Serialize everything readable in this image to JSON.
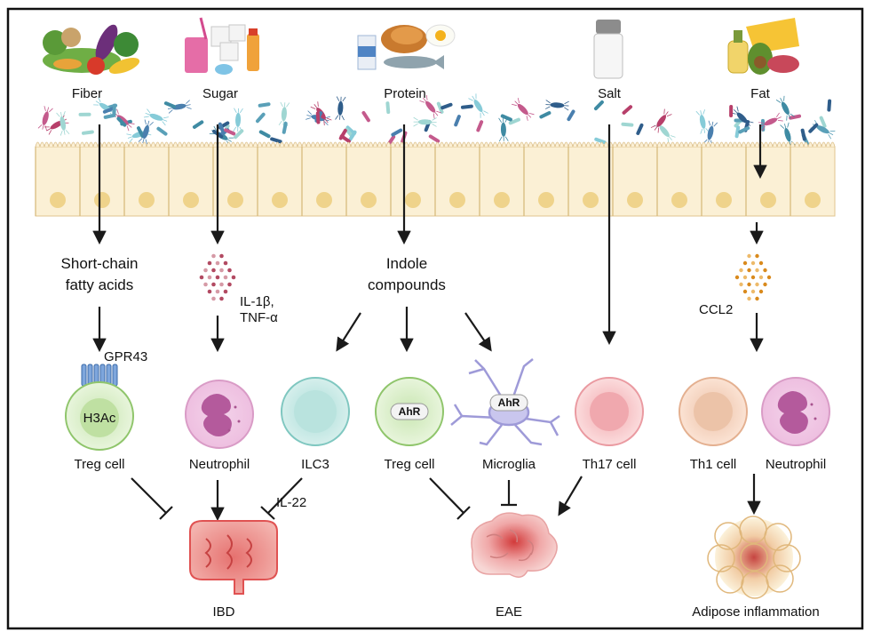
{
  "foods": {
    "fiber": "Fiber",
    "sugar": "Sugar",
    "protein": "Protein",
    "salt": "Salt",
    "fat": "Fat"
  },
  "metabolites": {
    "scfa_line1": "Short-chain",
    "scfa_line2": "fatty acids",
    "cytokines_line1": "IL-1β,",
    "cytokines_line2": "TNF-α",
    "indole_line1": "Indole",
    "indole_line2": "compounds",
    "ccl2": "CCL2"
  },
  "receptors": {
    "gpr43": "GPR43",
    "h3ac": "H3Ac",
    "ahr_treg": "AhR",
    "ahr_microglia": "AhR",
    "il22": "IL-22"
  },
  "cells": {
    "treg1": "Treg cell",
    "neutrophil1": "Neutrophil",
    "ilc3": "ILC3",
    "treg2": "Treg cell",
    "microglia": "Microglia",
    "th17": "Th17 cell",
    "th1": "Th1 cell",
    "neutrophil2": "Neutrophil"
  },
  "outcomes": {
    "ibd": "IBD",
    "eae": "EAE",
    "adipose": "Adipose inflammation"
  }
}
